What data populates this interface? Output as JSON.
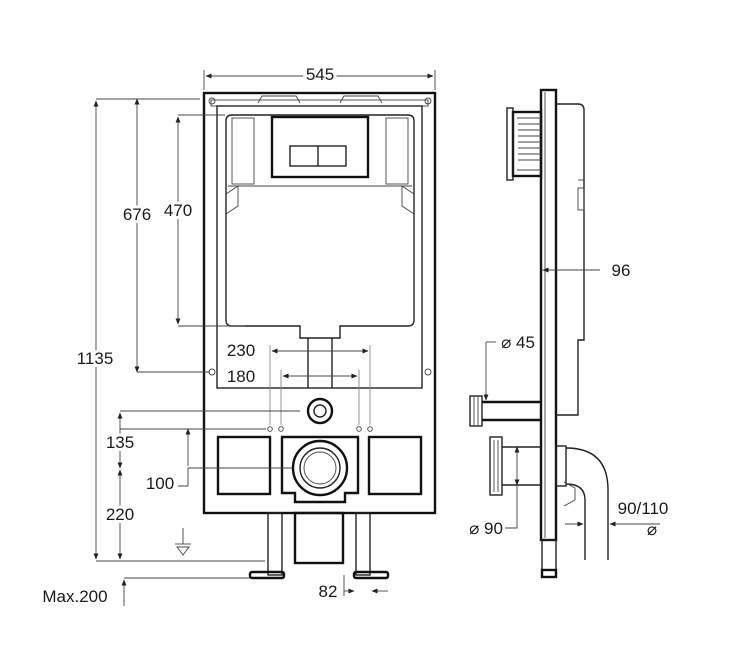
{
  "dimensions": {
    "width": "545",
    "height_total": "1135",
    "height_676": "676",
    "height_470": "470",
    "spacing_230": "230",
    "spacing_180": "180",
    "height_135": "135",
    "spacing_100": "100",
    "height_220": "220",
    "max_200": "Max.200",
    "foot_82": "82",
    "depth_96": "96",
    "dia_45": "⌀ 45",
    "dia_90": "⌀ 90",
    "dia_90_110": "90/110",
    "dia_symbol": "⌀"
  },
  "icons": {
    "floor_marker": "floor-level-arrow-icon",
    "diameter": "diameter-symbol-icon"
  },
  "colors": {
    "line": "#222222",
    "background": "#ffffff"
  }
}
